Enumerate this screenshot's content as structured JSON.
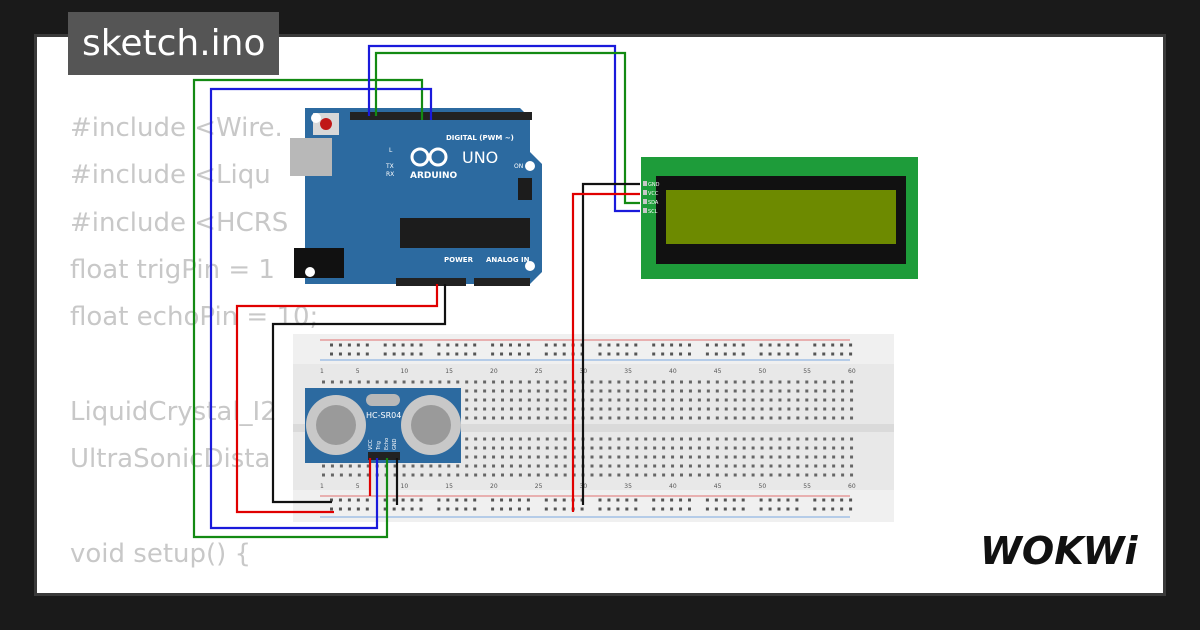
{
  "title": "sketch.ino",
  "code_lines": [
    "#include <Wire.",
    "#include <Liqu",
    "#include <HCRS",
    "float trigPin = 1",
    "float echoPin = 10;",
    "",
    "LiquidCrystal_I2",
    "UltraSonicDista",
    "",
    "void setup() {",
    "  ..."
  ],
  "arduino": {
    "brand": "ARDUINO",
    "model": "UNO",
    "digital_label": "DIGITAL (PWM ~)",
    "power_label": "POWER",
    "analog_label": "ANALOG IN",
    "on_label": "ON",
    "tx_label": "TX",
    "rx_label": "RX",
    "l_label": "L"
  },
  "lcd": {
    "pins": [
      "GND",
      "VCC",
      "SDA",
      "SCL"
    ]
  },
  "sensor": {
    "label": "HC-SR04",
    "pins": [
      "VCC",
      "Trig",
      "Echo",
      "GND"
    ]
  },
  "breadboard": {
    "column_numbers": [
      "1",
      "5",
      "10",
      "15",
      "20",
      "25",
      "30",
      "35",
      "40",
      "45",
      "50",
      "55",
      "60"
    ]
  },
  "logo": "WOKWi",
  "colors": {
    "wire_red": "#e00000",
    "wire_black": "#111111",
    "wire_blue": "#1a1adb",
    "wire_green": "#138a13",
    "board": "#2c6aa0",
    "lcd_green": "#1e9c3a",
    "lcd_screen": "#6d8a00"
  }
}
